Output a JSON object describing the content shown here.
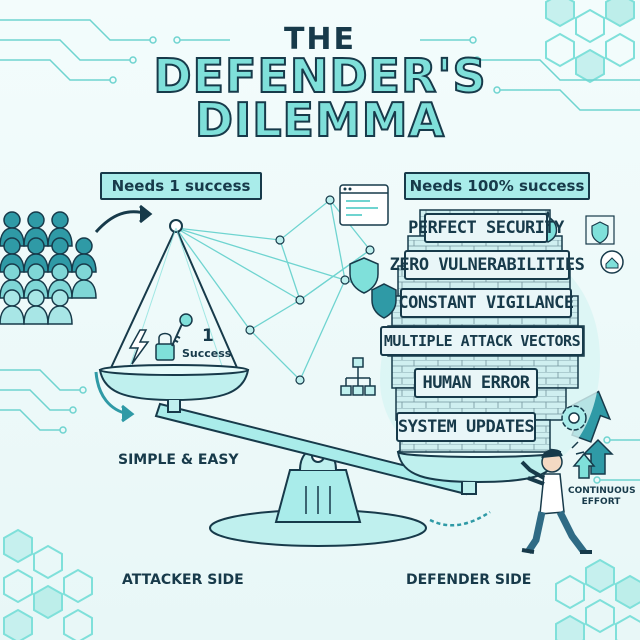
{
  "title": {
    "line1": "THE",
    "line2": "DEFENDER'S",
    "line3": "DILEMMA"
  },
  "attacker": {
    "ribbon": "Needs 1 success",
    "pan_count": "1",
    "pan_label": "Success",
    "note": "SIMPLE & EASY",
    "side_label": "ATTACKER SIDE"
  },
  "defender": {
    "ribbon": "Needs 100% success",
    "burdens": [
      "PERFECT SECURITY",
      "ZERO VULNERABILITIES",
      "CONSTANT VIGILANCE",
      "MULTIPLE ATTACK VECTORS",
      "HUMAN ERROR",
      "SYSTEM UPDATES"
    ],
    "effort_note": "CONTINUOUS EFFORT",
    "side_label": "DEFENDER SIDE"
  },
  "colors": {
    "ink": "#173a4a",
    "accent": "#7fe0da",
    "fill": "#bff0ee",
    "background": "#eefafa"
  },
  "icons": [
    "crowd-icon",
    "lightning-icon",
    "padlock-icon",
    "key-icon",
    "shield-icon",
    "fire-icon",
    "gear-icon",
    "network-icon",
    "browser-window-icon",
    "person-icon",
    "arrow-up-icon"
  ]
}
